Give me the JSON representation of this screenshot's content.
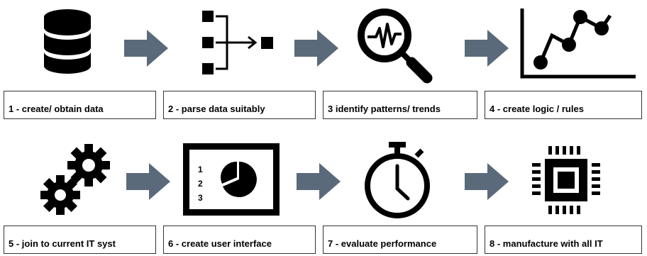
{
  "steps": [
    {
      "label": "1 - create/ obtain data",
      "icon": "database-icon"
    },
    {
      "label": "2 - parse data suitably",
      "icon": "parse-tree-icon"
    },
    {
      "label": "3 identify patterns/ trends",
      "icon": "magnifier-waveform-icon"
    },
    {
      "label": "4 - create logic / rules",
      "icon": "line-chart-icon"
    },
    {
      "label": "5 - join to current IT syst",
      "icon": "gears-icon"
    },
    {
      "label": "6 - create user interface",
      "icon": "pie-chart-screen-icon"
    },
    {
      "label": "7 - evaluate performance",
      "icon": "stopwatch-icon"
    },
    {
      "label": "8 - manufacture with all IT",
      "icon": "chip-icon"
    }
  ],
  "screen_list": [
    "1",
    "2",
    "3"
  ],
  "colors": {
    "arrow": "#5a6a7a",
    "icon": "#000000",
    "border": "#333333"
  }
}
